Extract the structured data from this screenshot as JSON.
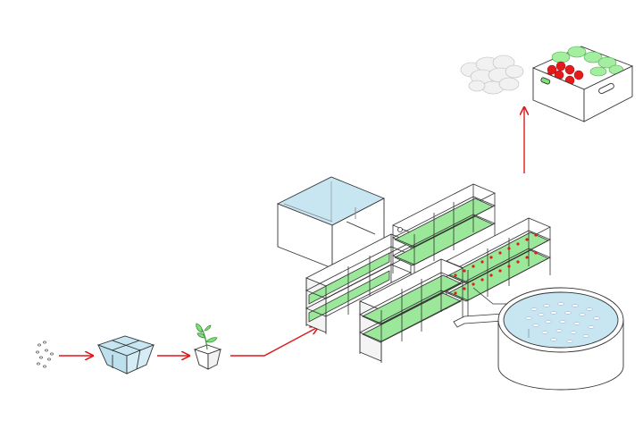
{
  "diagram": {
    "stages": [
      {
        "id": "seeds",
        "name": "seeds-icon"
      },
      {
        "id": "germination-tray",
        "name": "germination-tray-icon"
      },
      {
        "id": "seedling-pot",
        "name": "seedling-pot-icon"
      },
      {
        "id": "rack-system",
        "name": "aquaponic-grow-racks"
      },
      {
        "id": "reservoir",
        "name": "water-reservoir-tank"
      },
      {
        "id": "fish-tank",
        "name": "fish-tank"
      },
      {
        "id": "harvest-crate",
        "name": "harvest-crate"
      }
    ],
    "arrows": [
      {
        "from": "seeds",
        "to": "germination-tray"
      },
      {
        "from": "germination-tray",
        "to": "seedling-pot"
      },
      {
        "from": "seedling-pot",
        "to": "rack-system"
      },
      {
        "from": "rack-system",
        "to": "harvest-crate"
      }
    ],
    "colors": {
      "arrow": "#e0161b",
      "outline": "#3a3a3a",
      "water": "#c7e6f2",
      "plant": "#7ee27a",
      "plant_dark": "#3fbf4a",
      "fruit": "#e31b1b",
      "fish": "#ffffff"
    }
  }
}
